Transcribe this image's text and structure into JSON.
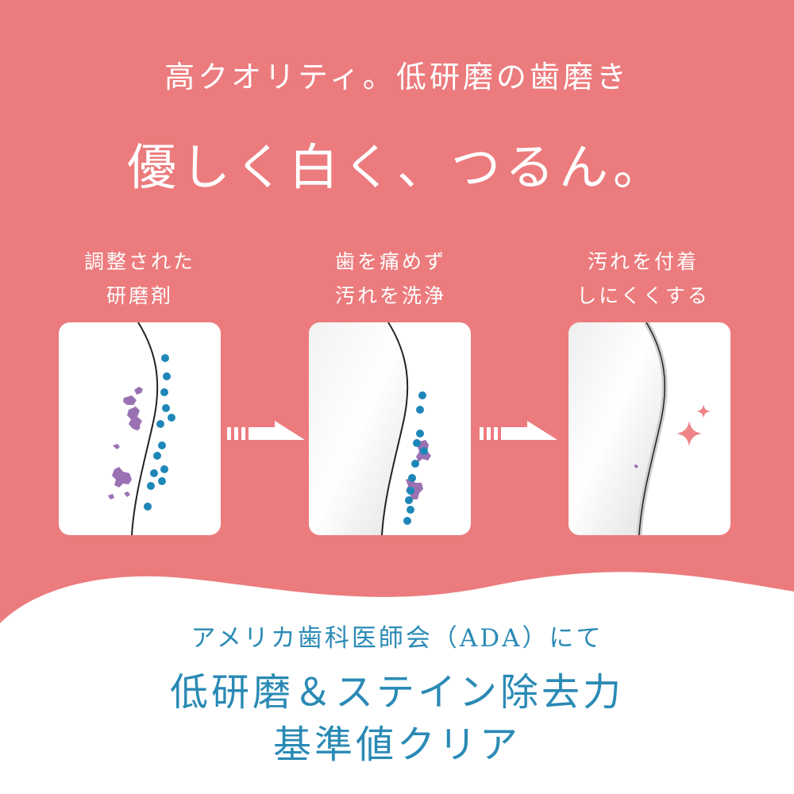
{
  "header": {
    "subtitle": "高クオリティ。低研磨の歯磨き",
    "headline": "優しく白く、つるん。"
  },
  "steps": [
    {
      "line1": "調整された",
      "line2": "研磨剤"
    },
    {
      "line1": "歯を痛めず",
      "line2": "汚れを洗浄"
    },
    {
      "line1": "汚れを付着",
      "line2": "しにくくする"
    }
  ],
  "footer": {
    "line1": "アメリカ歯科医師会（ADA）にて",
    "line2": "低研磨＆ステイン除去力",
    "line3": "基準値クリア"
  },
  "colors": {
    "background_pink": "#ec7b7d",
    "panel_white": "#ffffff",
    "text_blue": "#2a8ab5",
    "particle_blue": "#1f86b8",
    "stain_purple": "#9a72b3",
    "sparkle_pink": "#ee8488",
    "arrow_white": "#ffffff"
  },
  "icons": [
    "sparkle-icon",
    "arrow-right-icon"
  ]
}
